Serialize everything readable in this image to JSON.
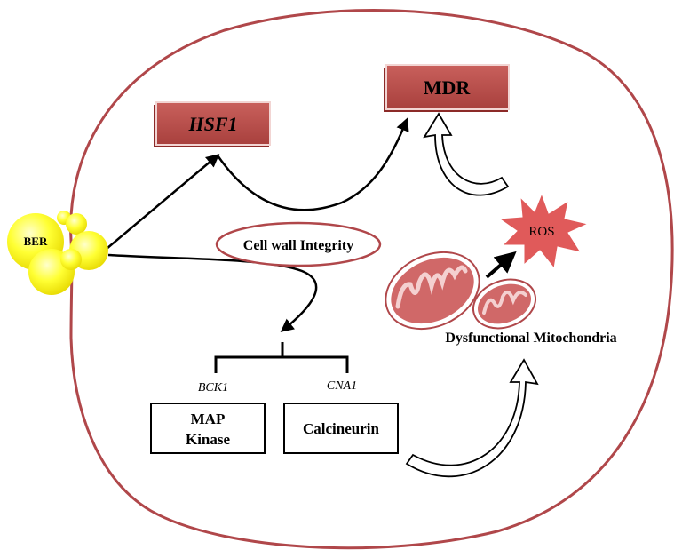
{
  "labels": {
    "hsf1": "HSF1",
    "mdr": "MDR",
    "ber": "BER",
    "cell_wall": "Cell wall Integrity",
    "ros": "ROS",
    "dysfunctional": "Dysfunctional Mitochondria",
    "bck1": "BCK1",
    "cna1": "CNA1",
    "map_line1": "MAP",
    "map_line2": "Kinase",
    "calcineurin": "Calcineurin"
  },
  "colors": {
    "cell_membrane": "#b0474a",
    "box_fill": "#c0504d",
    "box_dark": "#8c2a28",
    "ros_fill": "#e05a5a",
    "mito_fill": "#d06868",
    "ber_fill": "#f5f000",
    "arrow": "#000000"
  }
}
